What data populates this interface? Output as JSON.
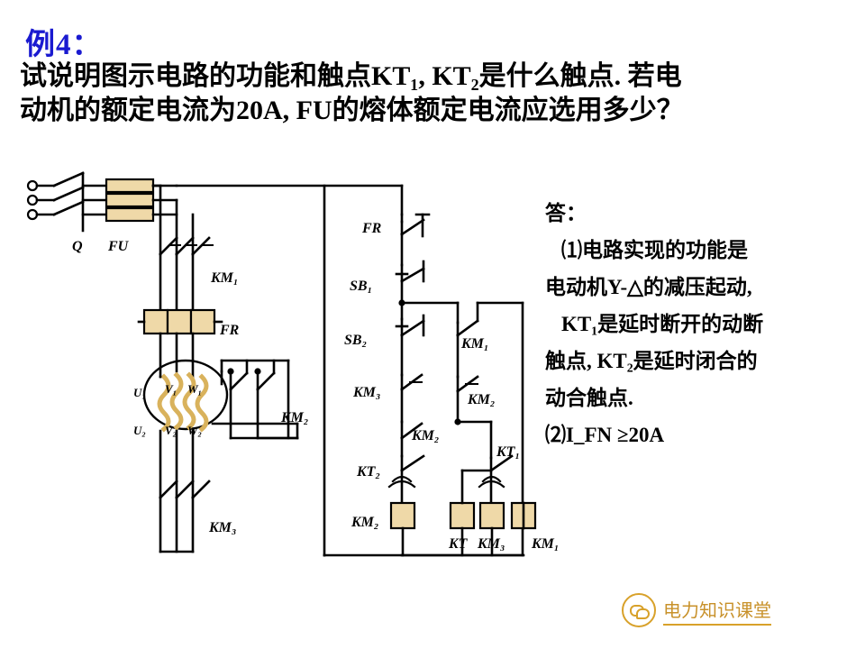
{
  "header": {
    "example_label": "例4：",
    "problem_line1": "试说明图示电路的功能和触点KT₁, KT₂是什么触点. 若电",
    "problem_line2": "动机的额定电流为20A, FU的熔体额定电流应选用多少？"
  },
  "answer": {
    "title": "答：",
    "line1": "⑴电路实现的功能是",
    "line2": "电动机Y-△的减压起动,",
    "line3": "KT₁是延时断开的动断",
    "line4": "触点, KT₂是延时闭合的",
    "line5": "动合触点.",
    "line6": "⑵I_FN ≥20A"
  },
  "circuit": {
    "labels": {
      "Q": "Q",
      "FU": "FU",
      "KM1_main": "KM₁",
      "FR_main": "FR",
      "KM2_main": "KM₂",
      "KM3_main": "KM₃",
      "motor_u1": "U₁",
      "motor_v1": "V₁",
      "motor_w1": "W₁",
      "motor_u2": "U₂",
      "motor_v2": "V₂",
      "motor_w2": "W₂",
      "FR_ctrl": "FR",
      "SB1": "SB₁",
      "SB2": "SB₂",
      "KM1_ctrl": "KM₁",
      "KM3_ctrl": "KM₃",
      "KM2_ctrl": "KM₂",
      "KM2_aux": "KM₂",
      "KT1": "KT₁",
      "KT2": "KT₂",
      "KM2_coil": "KM₂",
      "KT_coil": "KT",
      "KM3_coil": "KM₃",
      "KM1_coil": "KM₁"
    },
    "colors": {
      "wire": "#000000",
      "coil_fill": "#efd9a8",
      "coil_stroke": "#b28b3f",
      "motor_winding": "#d9b25c"
    }
  },
  "footer": {
    "channel_name": "电力知识课堂",
    "icon": "wechat-icon"
  }
}
